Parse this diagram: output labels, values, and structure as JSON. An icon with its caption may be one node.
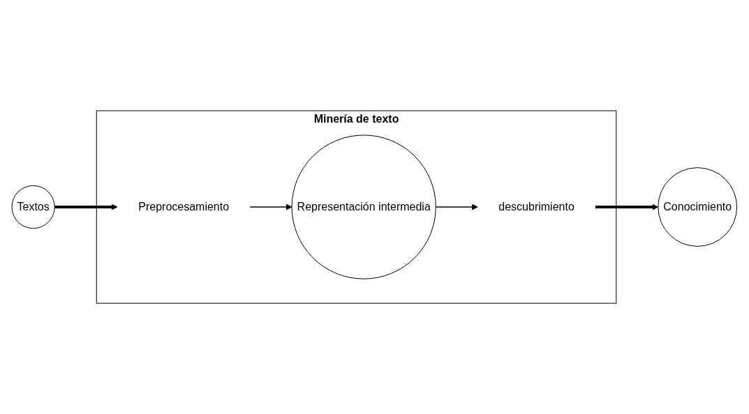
{
  "diagram": {
    "nodes": [
      {
        "text": [
          "Textos"
        ]
      },
      {
        "text": [
          "Conocimiento"
        ]
      },
      {
        "text": [
          "Minería de texto"
        ]
      },
      {
        "text": [
          "Preprocesamiento"
        ],
        "in": 2
      },
      {
        "text": [
          "Representación intermedia"
        ],
        "in": 2
      },
      {
        "text": [
          "descubrimiento"
        ],
        "in": 2
      }
    ],
    "edges": [
      {
        "from": 0,
        "to": 3,
        "arrow": "to",
        "style": "thick"
      },
      {
        "from": 3,
        "to": 4,
        "arrow": "to"
      },
      {
        "from": 4,
        "to": 5,
        "arrow": "to"
      },
      {
        "from": 5,
        "to": 1,
        "arrow": "to",
        "style": "thick"
      }
    ]
  }
}
